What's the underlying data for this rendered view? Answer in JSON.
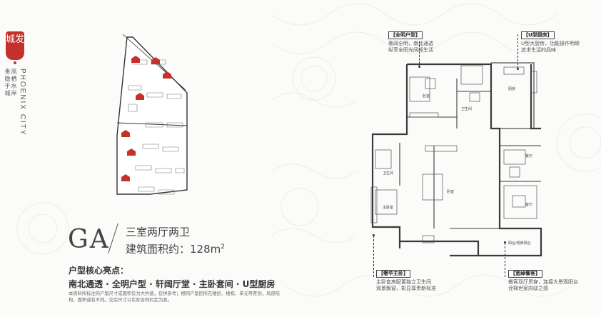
{
  "brand": {
    "seal_text": "城发",
    "slogan_lines": [
      "凤栖水岸",
      "贵隐于城"
    ],
    "english_name": "PHOENIX CITY",
    "seal_color": "#c4312a"
  },
  "unit": {
    "code": "GA",
    "title": "三室两厅两卫",
    "area_label": "建筑面积约：",
    "area_value": "128m",
    "area_sup": "2"
  },
  "highlights": {
    "title": "户型核心亮点：",
    "line": "南北通透 · 全明户型 · 轩阔厅堂 · 主卧套间 · U型厨房"
  },
  "disclaimer": "本资料所标注的户型尺寸或面积仅为大约值，仅供参考；相同户型因所在楼层、楼栋、单元等差别，局部结构、面积或有不同。交房尺寸以实际合同约定为准。",
  "callouts": {
    "quanming": {
      "tag": "【全明户型】",
      "lines": [
        "奢阔全明，南北通透",
        "纵享全阳光阔绰生活"
      ]
    },
    "ukitchen": {
      "tag": "【U型厨房】",
      "lines": [
        "U型大厨房，功能操作明晰",
        "追求生活的品味"
      ]
    },
    "master": {
      "tag": "【奢华主卧】",
      "lines": [
        "主卧套房配置独立卫生间",
        "观景飘窗，彰显尊贵新标准"
      ]
    },
    "dining": {
      "tag": "【宽绰餐客】",
      "lines": [
        "餐客双厅贯穿，连接大景观阳台",
        "诠释世家府邸之感"
      ]
    }
  },
  "rooms": {
    "bedroom_n": "卧室",
    "bath_public": "卫生间",
    "kitchen": "厨房",
    "bath_master": "卫生间",
    "master_bed": "主卧室",
    "bedroom_s": "卧室",
    "dining": "餐厅",
    "living": "客厅",
    "balcony": "阳台/观景阳台"
  },
  "colors": {
    "accent_red": "#c4312a",
    "text_dark": "#333333",
    "plan_wall": "#3a3a3a"
  }
}
